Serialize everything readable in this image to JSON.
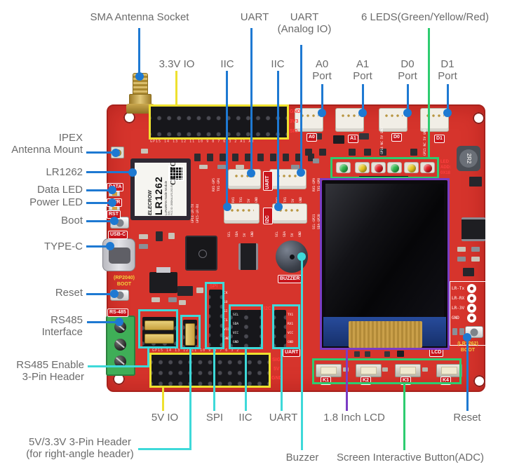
{
  "colors": {
    "blue": "#1e79d2",
    "cyan": "#3ed9d9",
    "yellow": "#eee12f",
    "green": "#2ecc70",
    "purple": "#7b3cc4",
    "label": "#6b6b6b",
    "board": "#d6342c",
    "tagred": "#c8151c",
    "silkred": "#ff4040"
  },
  "callouts": {
    "sma": "SMA Antenna Socket",
    "uart_top": "UART",
    "uart_analog_1": "UART",
    "uart_analog_2": "(Analog IO)",
    "leds": "6 LEDS(Green/Yellow/Red)",
    "io33": "3.3V IO",
    "iic_a": "IIC",
    "iic_b": "IIC",
    "port_word": "Port",
    "ipex_1": "IPEX",
    "ipex_2": "Antenna Mount",
    "lr1262": "LR1262",
    "data_led": "Data LED",
    "power_led": "Power LED",
    "boot": "Boot",
    "type_c": "TYPE-C",
    "reset_left": "Reset",
    "rs485_1": "RS485",
    "rs485_2": "Interface",
    "rs485_en_1": "RS485 Enable",
    "rs485_en_2": "3-Pin Header",
    "header3pin_1": "5V/3.3V 3-Pin Header",
    "header3pin_2": "(for right-angle header)",
    "io5v": "5V IO",
    "spi": "SPI",
    "iic_bottom": "IIC",
    "uart_bottom": "UART",
    "buzzer": "Buzzer",
    "lcd": "1.8 Inch LCD",
    "screen_btn": "Screen Interactive Button(ADC)",
    "reset_right": "Reset"
  },
  "ports": [
    "A0",
    "A1",
    "D0",
    "D1"
  ],
  "led_colors": [
    "#2db84b",
    "#e8c81f",
    "#e01b24",
    "#2db84b",
    "#e8c81f",
    "#e01b24"
  ],
  "silkscreen": {
    "gnd": "GND",
    "v33": "3V3",
    "sig": "SIG",
    "top_pins": "GP15 14 13 12 11 10 9 8 7 6 3 2 A1 A0",
    "bottom_pins": "GP15 14 13 12 11 10 9 8 7 6 3 2",
    "sig2": "SIG",
    "v5": "5V",
    "gnd2": "GND",
    "d0_pins": "GP14 NC 5V GND",
    "d1_pins": "GP15 NC 5V GND",
    "led_add": "LED\nADD:\n0X18",
    "data": "DATA",
    "pwr": "PWR",
    "rst": "RST",
    "usbc": "USB-C",
    "rp2040_boot_1": "(RP2040)",
    "rp2040_boot_2": "BOOT",
    "rs485": "RS-485",
    "buzzer": "BUZZER",
    "spi": "SPI",
    "i2c": "I2C",
    "uart": "UART",
    "uart_tag": "UART",
    "i2c_tag": "I2C",
    "spi_pins": [
      "CK",
      "SO",
      "SI",
      "CS",
      "VCC",
      "GND"
    ],
    "i2c_pins": [
      "SCL",
      "SDA",
      "VCC",
      "GND"
    ],
    "uart_pins": [
      "TX1",
      "RX1",
      "VCC",
      "GND"
    ],
    "jst_uart_pins": [
      "RX1",
      "TX1",
      "5V",
      "GND"
    ],
    "jst_iic_pins": [
      "SCL",
      "SDA",
      "5V",
      "GND"
    ],
    "jst_side_left": [
      "RX1-GP5",
      "TX1-GP4"
    ],
    "jst_side_right": [
      "RX1-GP9",
      "TX1-GP8"
    ],
    "jst_side_iic": [
      "SCL-GP21",
      "SDA-GP20"
    ],
    "module_side": [
      "GPI4-LR-TX",
      "GPI5-LR-RX"
    ],
    "lr_holes": [
      "LR-Tx",
      "LR-RX",
      "LR-3V",
      "GND"
    ],
    "lr1262_boot_1": "(LR1262)",
    "lr1262_boot_2": "BOOT",
    "lcd_tag": "LCD",
    "keys": [
      "K1",
      "K2",
      "K3",
      "K4"
    ],
    "inductor": "2R2",
    "module_brand": "ELECROW",
    "module_name": "LR1262",
    "module_sub": "LoRaWAN Node Module",
    "module_sn": "S/N:",
    "module_fcc": "FCC ID: 2BDNA-LR1262-ELE",
    "ce": "CE",
    "fcc": "FC"
  }
}
